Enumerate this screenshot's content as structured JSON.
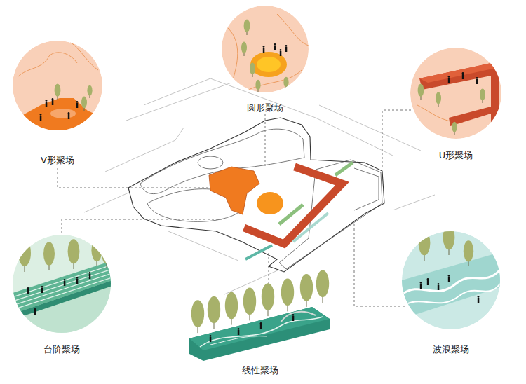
{
  "diagram": {
    "nodes": [
      {
        "text": [
          "圆形聚场"
        ]
      },
      {
        "text": [
          "V形聚场"
        ]
      },
      {
        "text": [
          "U形聚场"
        ]
      },
      {
        "text": [
          "台阶聚场"
        ]
      },
      {
        "text": [
          "波浪聚场"
        ]
      },
      {
        "text": [
          "线性聚场"
        ]
      }
    ]
  }
}
